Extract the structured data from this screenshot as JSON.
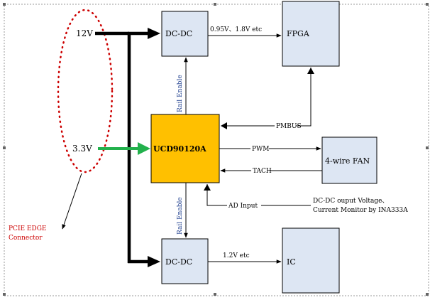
{
  "inputs": {
    "v12": "12V",
    "v33": "3.3V"
  },
  "connector": {
    "line1": "PCIE EDGE",
    "line2": "Connector"
  },
  "blocks": {
    "dcdc_top": "DC-DC",
    "fpga": "FPGA",
    "ucd": "UCD90120A",
    "fan": "4-wire FAN",
    "dcdc_bottom": "DC-DC",
    "ic": "IC"
  },
  "signals": {
    "top_rail": "0.95V、1.8V etc",
    "bottom_rail": "1.2V etc",
    "pmbus": "PMBUS",
    "pwm": "PWM",
    "tach": "TACH",
    "ad_input": "AD Input",
    "rail_enable_top": "Rail Enable",
    "rail_enable_bottom": "Rail Enable",
    "monitor_line1": "DC-DC ouput Voltage、",
    "monitor_line2": "Current Monitor by INA333A"
  },
  "colors": {
    "block_fill": "#dde6f3",
    "ucd_fill": "#ffc000",
    "arrow_green": "#22b14c",
    "dotted_red": "#cc0000",
    "rail_enable_text": "#1f3f8f"
  }
}
